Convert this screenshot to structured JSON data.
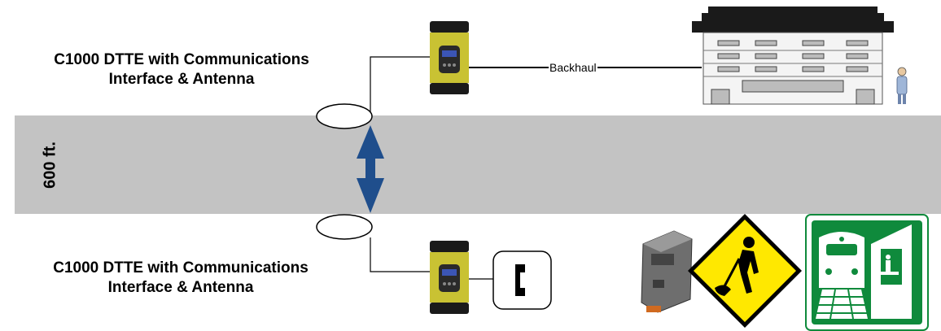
{
  "top_device": {
    "label_line1": "C1000 DTTE with Communications",
    "label_line2": "Interface & Antenna"
  },
  "bottom_device": {
    "label_line1": "C1000  DTTE with Communications",
    "label_line2": "Interface & Antenna"
  },
  "distance_label": "600 ft.",
  "backhaul_label": "Backhaul",
  "icons": [
    "radio-device-icon",
    "building-icon",
    "person-icon",
    "telephone-icon",
    "io-module-icon",
    "road-work-sign-icon",
    "railroad-crossing-sign-icon"
  ],
  "colors": {
    "band": "#c3c3c3",
    "arrow": "#1f4e8c",
    "device_body": "#c9c233",
    "device_cap": "#1a1a1a",
    "road_sign": "#ffe800",
    "rail_sign": "#0f8a3c"
  }
}
